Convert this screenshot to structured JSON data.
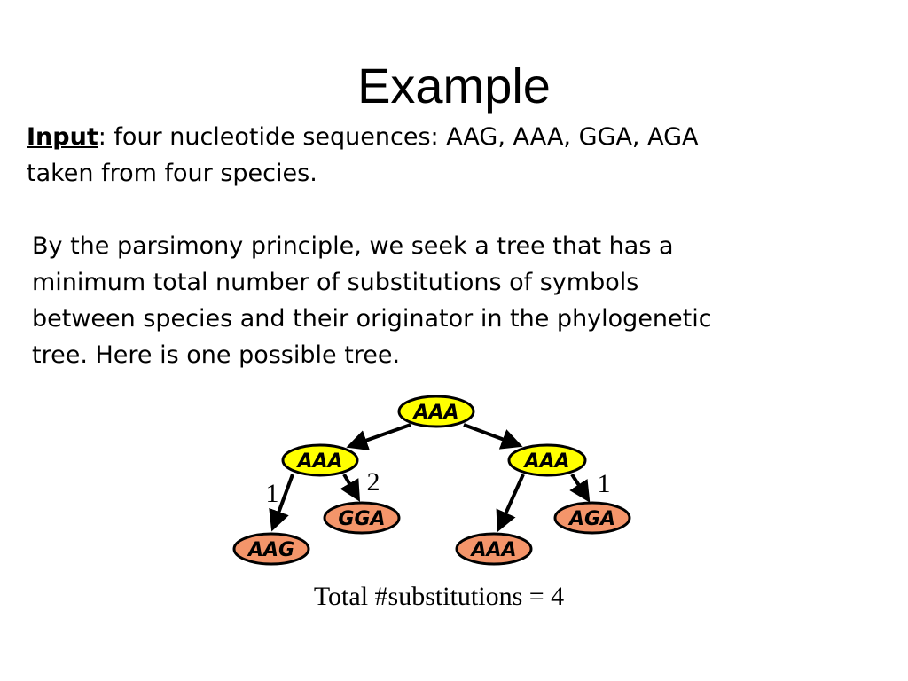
{
  "title": "Example",
  "input": {
    "label": "Input",
    "line1_rest": ": four nucleotide sequences: AAG, AAA, GGA, AGA",
    "line2": "taken from four species."
  },
  "paragraph": [
    "By the parsimony principle, we seek a tree that has a",
    "minimum total number of substitutions of symbols",
    "between species and their originator in the phylogenetic",
    "tree. Here is one possible tree."
  ],
  "tree": {
    "colors": {
      "internal": "#ffff00",
      "leaf": "#f4956a"
    },
    "root": "AAA",
    "left_internal": "AAA",
    "right_internal": "AAA",
    "leaves": [
      "AAG",
      "GGA",
      "AAA",
      "AGA"
    ],
    "edge_labels": [
      "1",
      "2",
      "1"
    ]
  },
  "total": "Total #substitutions = 4"
}
